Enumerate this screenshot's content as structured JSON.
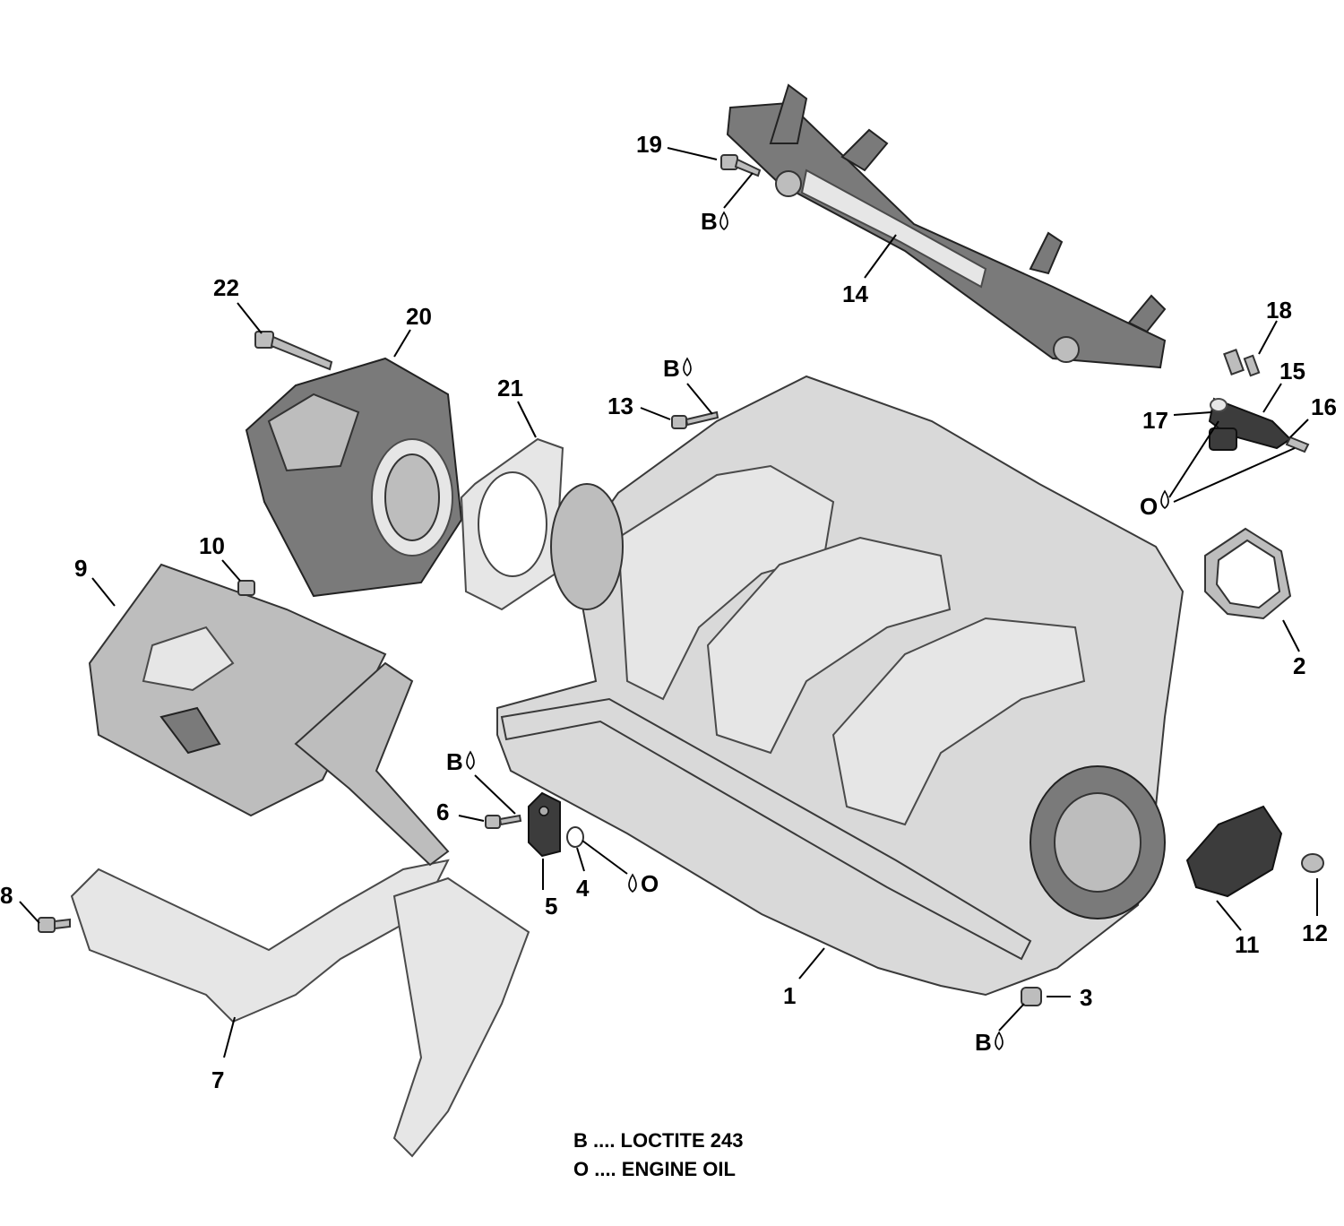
{
  "callouts": {
    "c1": "1",
    "c2": "2",
    "c3": "3",
    "c4": "4",
    "c5": "5",
    "c6": "6",
    "c7": "7",
    "c8": "8",
    "c9": "9",
    "c10": "10",
    "c11": "11",
    "c12": "12",
    "c13": "13",
    "c14": "14",
    "c15": "15",
    "c16": "16",
    "c17": "17",
    "c18": "18",
    "c19": "19",
    "c20": "20",
    "c21": "21",
    "c22": "22"
  },
  "markers": {
    "b_symbol": "B",
    "o_symbol": "O"
  },
  "legend": {
    "line1": "B .... LOCTITE 243",
    "line2": "O .... ENGINE OIL"
  }
}
